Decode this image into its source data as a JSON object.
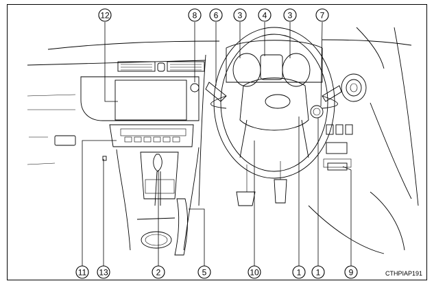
{
  "figure": {
    "code": "CTHPIAP191",
    "callouts": [
      {
        "id": "c12",
        "label": "12"
      },
      {
        "id": "c8",
        "label": "8"
      },
      {
        "id": "c6",
        "label": "6"
      },
      {
        "id": "c3a",
        "label": "3"
      },
      {
        "id": "c4",
        "label": "4"
      },
      {
        "id": "c3b",
        "label": "3"
      },
      {
        "id": "c7",
        "label": "7"
      },
      {
        "id": "c11",
        "label": "11"
      },
      {
        "id": "c13",
        "label": "13"
      },
      {
        "id": "c2",
        "label": "2"
      },
      {
        "id": "c5",
        "label": "5"
      },
      {
        "id": "c10",
        "label": "10"
      },
      {
        "id": "c1a",
        "label": "1"
      },
      {
        "id": "c1b",
        "label": "1"
      },
      {
        "id": "c9",
        "label": "9"
      }
    ]
  }
}
